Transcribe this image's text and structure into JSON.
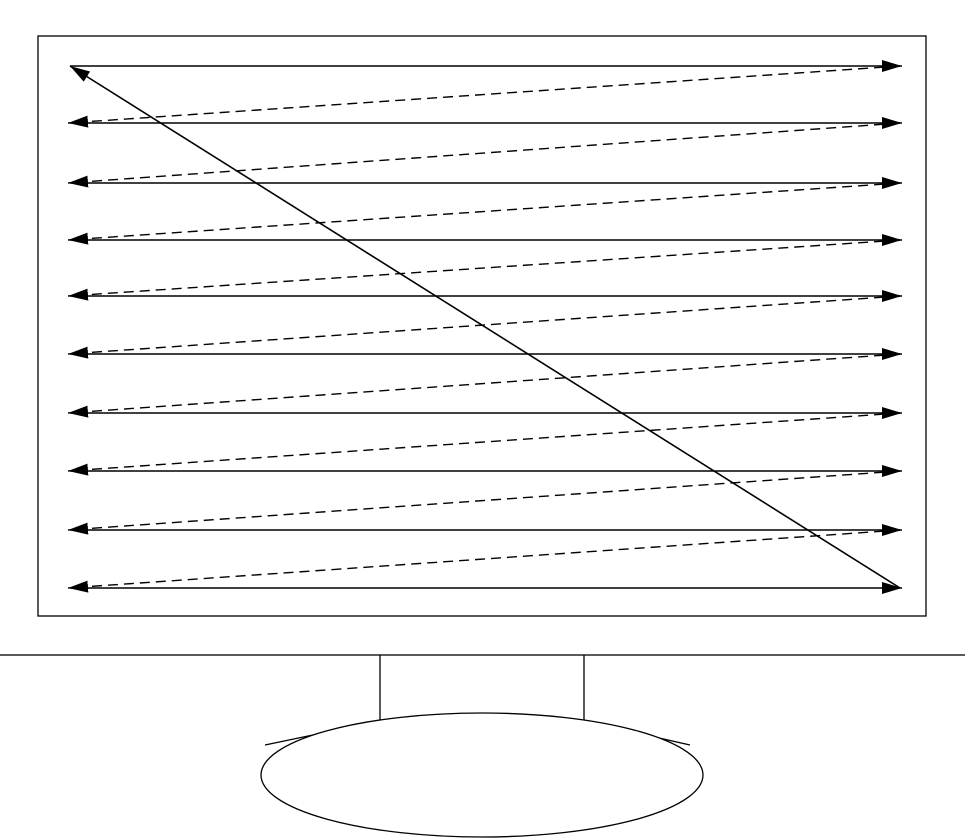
{
  "diagram": {
    "kind": "raster-scan-monitor",
    "scan_lines": 10,
    "colors": {
      "stroke": "#000000",
      "background": "#ffffff"
    },
    "line_styles": {
      "horizontal_scan": "solid",
      "horizontal_retrace": "dashed",
      "vertical_retrace": "solid"
    }
  }
}
